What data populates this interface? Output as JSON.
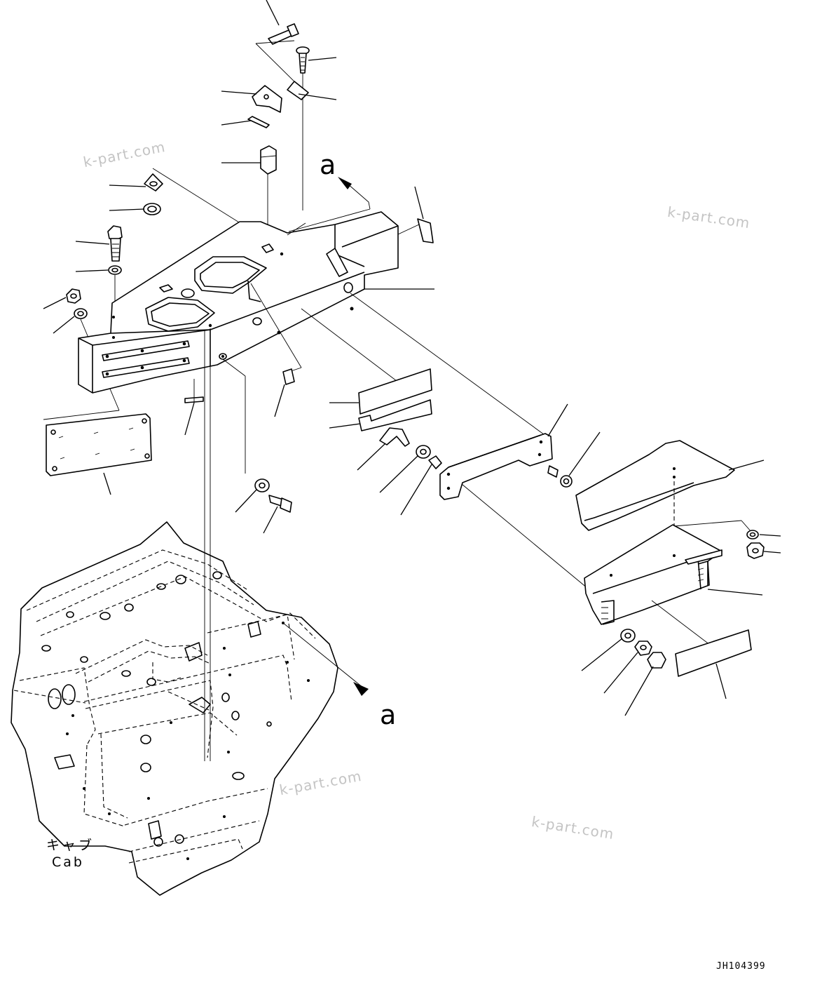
{
  "labels": {
    "view_a_top": "a",
    "view_a_bottom": "a",
    "cab_japanese": "キャブ",
    "cab_english": "Cab",
    "drawing_code": "JH104399"
  },
  "watermark": {
    "text": "k-part.com",
    "color": "#c4c4c4"
  },
  "colors": {
    "line": "#000000",
    "background": "#ffffff"
  }
}
